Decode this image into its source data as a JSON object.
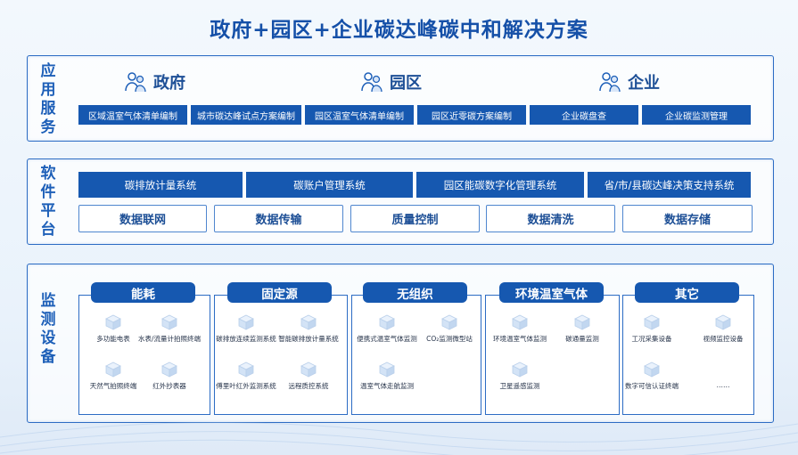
{
  "title": "政府+园区+企业碳达峰碳中和解决方案",
  "sections": {
    "application": {
      "label": [
        "应",
        "用",
        "服",
        "务"
      ],
      "categories": [
        "政府",
        "园区",
        "企业"
      ],
      "buttons": [
        "区域温室气体清单编制",
        "城市碳达峰试点方案编制",
        "园区温室气体清单编制",
        "园区近零碳方案编制",
        "企业碳盘查",
        "企业碳监测管理"
      ]
    },
    "software": {
      "label": [
        "软",
        "件",
        "平",
        "台"
      ],
      "systems": [
        "碳排放计量系统",
        "碳账户管理系统",
        "园区能碳数字化管理系统",
        "省/市/县碳达峰决策支持系统"
      ],
      "data_functions": [
        "数据联网",
        "数据传输",
        "质量控制",
        "数据清洗",
        "数据存储"
      ]
    },
    "devices": {
      "label": [
        "监",
        "测",
        "设",
        "备"
      ],
      "groups": [
        {
          "name": "能耗",
          "items": [
            "多功能电表",
            "水表/流量计拍照终端",
            "天然气拍照终端",
            "红外抄表器"
          ]
        },
        {
          "name": "固定源",
          "items": [
            "碳排放连续监测系统",
            "智能碳排放计量系统",
            "傅里叶红外监测系统",
            "远程质控系统"
          ]
        },
        {
          "name": "无组织",
          "items": [
            "便携式温室气体监测",
            "CO₂监测微型站",
            "温室气体走航监测"
          ]
        },
        {
          "name": "环境温室气体",
          "items": [
            "环境温室气体监测",
            "碳通量监测",
            "卫星遥感监测"
          ]
        },
        {
          "name": "其它",
          "items": [
            "工况采集设备",
            "视频监控设备",
            "数字可信认证终端",
            "……"
          ]
        }
      ]
    }
  },
  "colors": {
    "primary": "#1658b0",
    "title": "#1550a8",
    "border": "#2c6cc4"
  }
}
